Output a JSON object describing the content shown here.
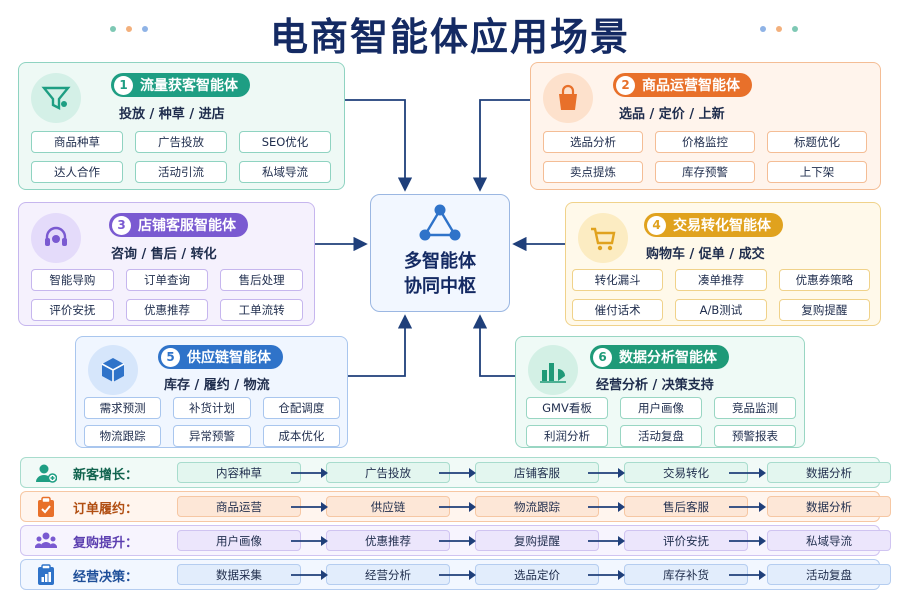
{
  "title": "电商智能体应用场景",
  "hub": {
    "title_line1": "多智能体",
    "title_line2": "协同中枢",
    "icon": "network-triangle-icon"
  },
  "panels": [
    {
      "num": "1",
      "title": "流量获客智能体",
      "subtitle": "投放 / 种草 / 进店",
      "icon": "funnel-person-icon",
      "color": "#1e9e83",
      "chips": [
        "商品种草",
        "广告投放",
        "SEO优化",
        "达人合作",
        "活动引流",
        "私域导流"
      ]
    },
    {
      "num": "2",
      "title": "商品运营智能体",
      "subtitle": "选品 / 定价 / 上新",
      "icon": "shopping-bag-icon",
      "color": "#e8702a",
      "chips": [
        "选品分析",
        "价格监控",
        "标题优化",
        "卖点提炼",
        "库存预警",
        "上下架"
      ]
    },
    {
      "num": "3",
      "title": "店铺客服智能体",
      "subtitle": "咨询 / 售后 / 转化",
      "icon": "headset-icon",
      "color": "#7a5ad1",
      "chips": [
        "智能导购",
        "订单查询",
        "售后处理",
        "评价安抚",
        "优惠推荐",
        "工单流转"
      ]
    },
    {
      "num": "4",
      "title": "交易转化智能体",
      "subtitle": "购物车 / 促单 / 成交",
      "icon": "shopping-cart-icon",
      "color": "#e0a21e",
      "chips": [
        "转化漏斗",
        "凑单推荐",
        "优惠券策略",
        "催付话术",
        "A/B测试",
        "复购提醒"
      ]
    },
    {
      "num": "5",
      "title": "供应链智能体",
      "subtitle": "库存 / 履约 / 物流",
      "icon": "package-box-icon",
      "color": "#2f73c9",
      "chips": [
        "需求预测",
        "补货计划",
        "仓配调度",
        "物流跟踪",
        "异常预警",
        "成本优化"
      ]
    },
    {
      "num": "6",
      "title": "数据分析智能体",
      "subtitle": "经营分析 / 决策支持",
      "icon": "bar-chart-icon",
      "color": "#1f9a78",
      "chips": [
        "GMV看板",
        "用户画像",
        "竞品监测",
        "利润分析",
        "活动复盘",
        "预警报表"
      ]
    }
  ],
  "flows": [
    {
      "label": "新客增长：",
      "icon": "user-add-icon",
      "color": "#1e9e83",
      "steps": [
        "内容种草",
        "广告投放",
        "店铺客服",
        "交易转化",
        "数据分析"
      ]
    },
    {
      "label": "订单履约：",
      "icon": "clipboard-check-icon",
      "color": "#e8702a",
      "steps": [
        "商品运营",
        "供应链",
        "物流跟踪",
        "售后客服",
        "数据分析"
      ]
    },
    {
      "label": "复购提升：",
      "icon": "users-group-icon",
      "color": "#7a5ad1",
      "steps": [
        "用户画像",
        "优惠推荐",
        "复购提醒",
        "评价安抚",
        "私域导流"
      ]
    },
    {
      "label": "经营决策：",
      "icon": "report-chart-icon",
      "color": "#2f73c9",
      "steps": [
        "数据采集",
        "经营分析",
        "选品定价",
        "库存补货",
        "活动复盘"
      ]
    }
  ]
}
